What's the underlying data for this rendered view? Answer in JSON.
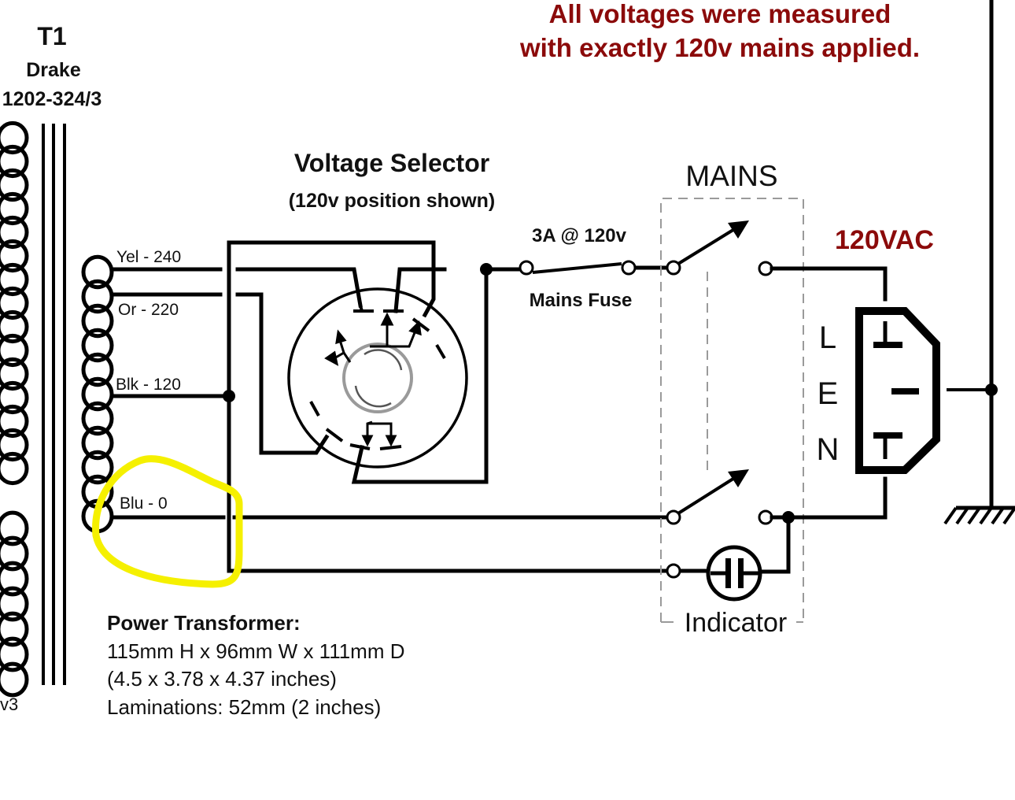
{
  "transformer": {
    "ref": "T1",
    "maker": "Drake",
    "part": "1202-324/3",
    "secondary_fragment": "v3",
    "taps": [
      {
        "label": "Yel - 240"
      },
      {
        "label": "Or - 220"
      },
      {
        "label": "Blk - 120"
      },
      {
        "label": "Blu - 0"
      }
    ],
    "spec_title": "Power Transformer:",
    "spec_lines": [
      "115mm H x 96mm W x 111mm D",
      "(4.5 x 3.78 x 4.37 inches)",
      "Laminations: 52mm (2 inches)"
    ]
  },
  "selector": {
    "title": "Voltage Selector",
    "subtitle": "(120v position shown)"
  },
  "fuse": {
    "rating": "3A @ 120v",
    "name": "Mains Fuse"
  },
  "mains_switch": {
    "title": "MAINS",
    "indicator_label": "Indicator"
  },
  "inlet": {
    "voltage": "120VAC",
    "pins": [
      "L",
      "E",
      "N"
    ]
  },
  "note": {
    "line1": "All voltages were measured",
    "line2": "with exactly 120v mains applied."
  },
  "colors": {
    "note_red": "#8b0a0a",
    "highlight_yellow": "#f5f000",
    "wire": "#000000",
    "dashed_box": "#9a9a9a"
  }
}
